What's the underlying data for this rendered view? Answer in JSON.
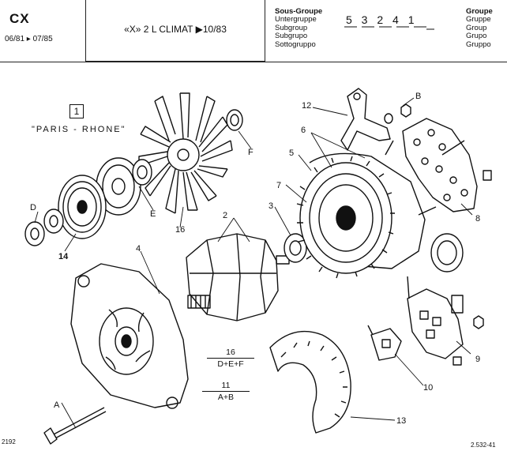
{
  "header": {
    "model": "CX",
    "dates": "06/81 ▸ 07/85",
    "engine": "«X» 2 L CLIMAT  ▶10/83",
    "subgroup_labels": [
      "Sous-Groupe",
      "Untergruppe",
      "Subgroup",
      "Subgrupo",
      "Sottogruppo"
    ],
    "subgroup_code": "5 3 2 4 1",
    "group_labels": [
      "Groupe",
      "Gruppe",
      "Group",
      "Grupo",
      "Gruppo"
    ]
  },
  "diagram": {
    "box_number": "1",
    "manufacturer": "\"PARIS - RHONE\"",
    "callouts": {
      "n1": "1",
      "n2": "2",
      "n3": "3",
      "n4": "4",
      "n5": "5",
      "n6": "6",
      "n7": "7",
      "n8": "8",
      "n9": "9",
      "n10": "10",
      "n11": "11",
      "n12": "12",
      "n13": "13",
      "n14": "14",
      "n16": "16",
      "A": "A",
      "B": "B",
      "D": "D",
      "E": "E",
      "F": "F"
    },
    "kit_16": {
      "num": "16",
      "den": "D+E+F"
    },
    "kit_11": {
      "num": "11",
      "den": "A+B"
    }
  },
  "footer": {
    "ref_left": "2192",
    "ref_right": "2.532-41"
  }
}
